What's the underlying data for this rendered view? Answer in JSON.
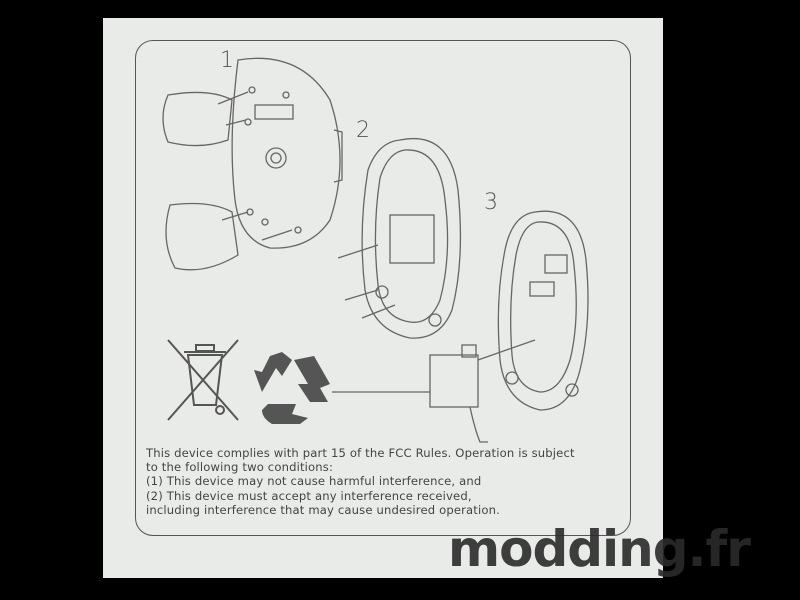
{
  "steps": [
    "1",
    "2",
    "3"
  ],
  "icons": {
    "weee": "crossed-out-wheelie-bin-icon",
    "recycle": "recycle-arrows-icon"
  },
  "fcc_text": {
    "line1": "This device complies with part 15 of the FCC Rules. Operation is subject",
    "line2": "to the following two conditions:",
    "line3": "(1) This device may not cause harmful interference, and",
    "line4": "(2) This device must accept any interference received,",
    "line5": "including interference that may cause undesired operation."
  },
  "watermark": "modding.fr",
  "colors": {
    "paper": "#e9ebe8",
    "ink": "#555555",
    "background": "#000000"
  }
}
